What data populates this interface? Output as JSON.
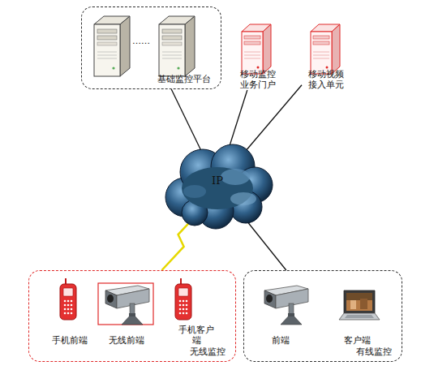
{
  "diagram": {
    "nodes": [
      {
        "text": [
          "基础监控平台"
        ]
      },
      {
        "text": [
          "移动监控 业务门户"
        ]
      },
      {
        "text": [
          "移动视频 接入单元"
        ]
      },
      {
        "text": [
          "IP"
        ]
      },
      {
        "text": [
          "无线监控"
        ]
      },
      {
        "text": [
          "手机前端"
        ],
        "in": 4
      },
      {
        "text": [
          "无线前端"
        ],
        "in": 4
      },
      {
        "text": [
          "手机客户端"
        ],
        "in": 4
      },
      {
        "text": [
          "有线监控"
        ]
      },
      {
        "text": [
          "前端"
        ],
        "in": 8
      },
      {
        "text": [
          "客户端"
        ],
        "in": 8
      }
    ],
    "edges": [
      {
        "from": 0,
        "to": 3,
        "arrow": "none"
      },
      {
        "from": 1,
        "to": 3,
        "arrow": "none"
      },
      {
        "from": 2,
        "to": 3,
        "arrow": "none"
      },
      {
        "from": 3,
        "to": 4,
        "arrow": "none"
      },
      {
        "from": 3,
        "to": 8,
        "arrow": "none"
      }
    ],
    "labels": [
      "……"
    ]
  }
}
